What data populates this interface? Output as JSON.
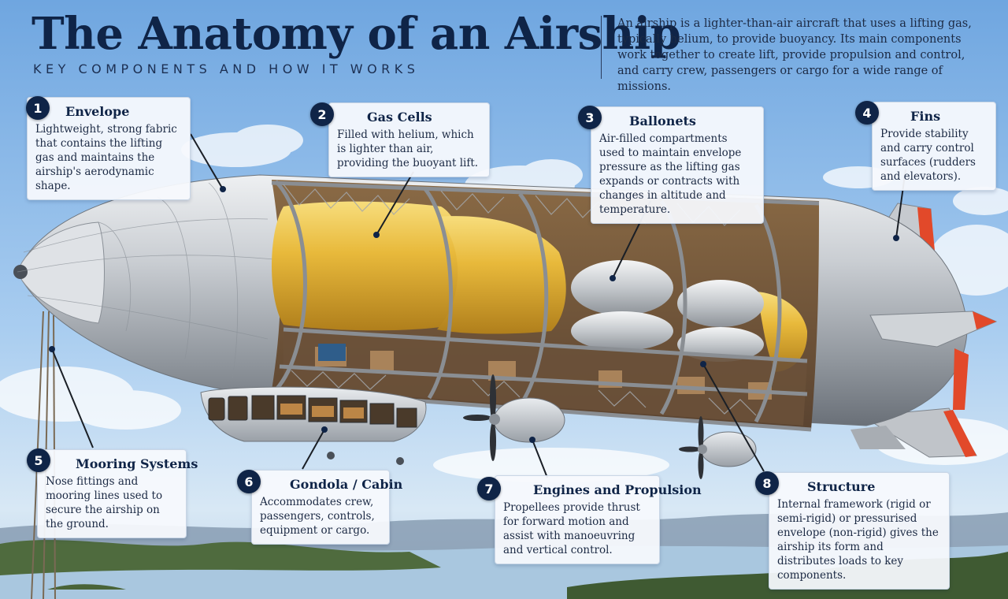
{
  "header": {
    "title": "The Anatomy of an Airship",
    "subtitle": "KEY COMPONENTS AND HOW IT WORKS",
    "intro": "An airship is a lighter-than-air aircraft that uses a lifting gas, typically helium, to provide buoyancy. Its main components work together to create lift, provide propulsion and control, and carry crew, passengers or cargo for a wide range of missions."
  },
  "components": [
    {
      "num": "1",
      "name": "Envelope",
      "desc": "Lightweight, strong fabric that contains the lifting gas and maintains the airship's aerodynamic shape."
    },
    {
      "num": "2",
      "name": "Gas Cells",
      "desc": "Filled with helium, which is lighter than air, providing the buoyant lift."
    },
    {
      "num": "3",
      "name": "Ballonets",
      "desc": "Air-filled compartments used to maintain envelope pressure as the lifting gas expands or contracts with changes in altitude and temperature."
    },
    {
      "num": "4",
      "name": "Fins",
      "desc": "Provide stability and carry control surfaces (rudders and elevators)."
    },
    {
      "num": "5",
      "name": "Mooring Systems",
      "desc": "Nose fittings and mooring lines used to secure the airship on the ground."
    },
    {
      "num": "6",
      "name": "Gondola / Cabin",
      "desc": "Accommodates crew, passengers, controls, equipment or cargo."
    },
    {
      "num": "7",
      "name": "Engines and Propulsion",
      "desc": "Propellees provide thrust for forward motion and assist with manoeuvring and vertical control."
    },
    {
      "num": "8",
      "name": "Structure",
      "desc": "Internal framework (rigid or semi-rigid) or pressurised envelope (non-rigid) gives the airship its form and distributes loads to key components."
    }
  ],
  "colors": {
    "navy": "#0f2447",
    "sky": "#8fbbe8",
    "envelope": "#c4c8cd",
    "gas_cell": "#e6b83c",
    "ballonet": "#c9ccd1",
    "fin_accent": "#e2492a"
  }
}
